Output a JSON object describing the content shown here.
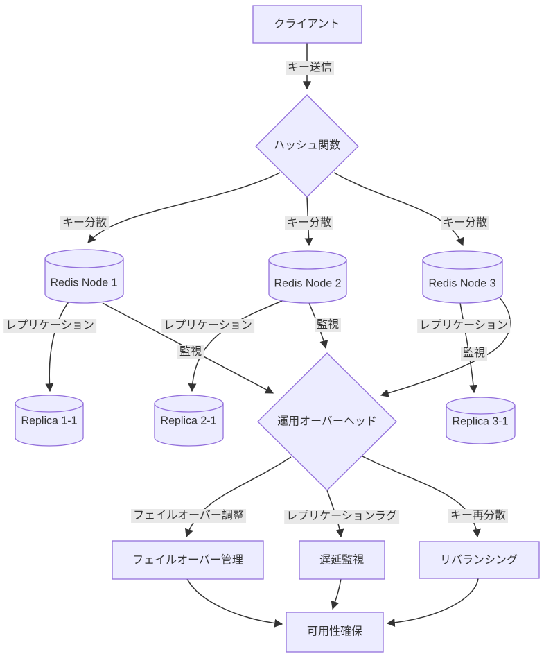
{
  "diagram": {
    "type": "flowchart",
    "direction": "top-down",
    "colors": {
      "node_fill": "#ECECFF",
      "node_border": "#9370DB",
      "edge_line": "#333333",
      "edge_label_bg": "#e8e8e8",
      "text": "#333333",
      "background": "#ffffff"
    },
    "nodes": [
      {
        "id": "client",
        "label": "クライアント",
        "shape": "rect"
      },
      {
        "id": "hash",
        "label": "ハッシュ関数",
        "shape": "diamond"
      },
      {
        "id": "redis1",
        "label": "Redis Node 1",
        "shape": "cylinder"
      },
      {
        "id": "redis2",
        "label": "Redis Node 2",
        "shape": "cylinder"
      },
      {
        "id": "redis3",
        "label": "Redis Node 3",
        "shape": "cylinder"
      },
      {
        "id": "replica11",
        "label": "Replica 1-1",
        "shape": "cylinder"
      },
      {
        "id": "replica21",
        "label": "Replica 2-1",
        "shape": "cylinder"
      },
      {
        "id": "replica31",
        "label": "Replica 3-1",
        "shape": "cylinder"
      },
      {
        "id": "overhead",
        "label": "運用オーバーヘッド",
        "shape": "diamond"
      },
      {
        "id": "failover",
        "label": "フェイルオーバー管理",
        "shape": "rect"
      },
      {
        "id": "latency",
        "label": "遅延監視",
        "shape": "rect"
      },
      {
        "id": "rebalance",
        "label": "リバランシング",
        "shape": "rect"
      },
      {
        "id": "availability",
        "label": "可用性確保",
        "shape": "rect"
      }
    ],
    "edges": [
      {
        "from": "client",
        "to": "hash",
        "label": "キー送信"
      },
      {
        "from": "hash",
        "to": "redis1",
        "label": "キー分散"
      },
      {
        "from": "hash",
        "to": "redis2",
        "label": "キー分散"
      },
      {
        "from": "hash",
        "to": "redis3",
        "label": "キー分散"
      },
      {
        "from": "redis1",
        "to": "replica11",
        "label": "レプリケーション"
      },
      {
        "from": "redis1",
        "to": "overhead",
        "label": "監視"
      },
      {
        "from": "redis2",
        "to": "replica21",
        "label": "レプリケーション"
      },
      {
        "from": "redis2",
        "to": "overhead",
        "label": "監視"
      },
      {
        "from": "redis3",
        "to": "replica31",
        "label": "レプリケーション"
      },
      {
        "from": "redis3",
        "to": "overhead",
        "label": "監視"
      },
      {
        "from": "overhead",
        "to": "failover",
        "label": "フェイルオーバー調整"
      },
      {
        "from": "overhead",
        "to": "latency",
        "label": "レプリケーションラグ"
      },
      {
        "from": "overhead",
        "to": "rebalance",
        "label": "キー再分散"
      },
      {
        "from": "failover",
        "to": "availability",
        "label": ""
      },
      {
        "from": "latency",
        "to": "availability",
        "label": ""
      },
      {
        "from": "rebalance",
        "to": "availability",
        "label": ""
      }
    ]
  }
}
